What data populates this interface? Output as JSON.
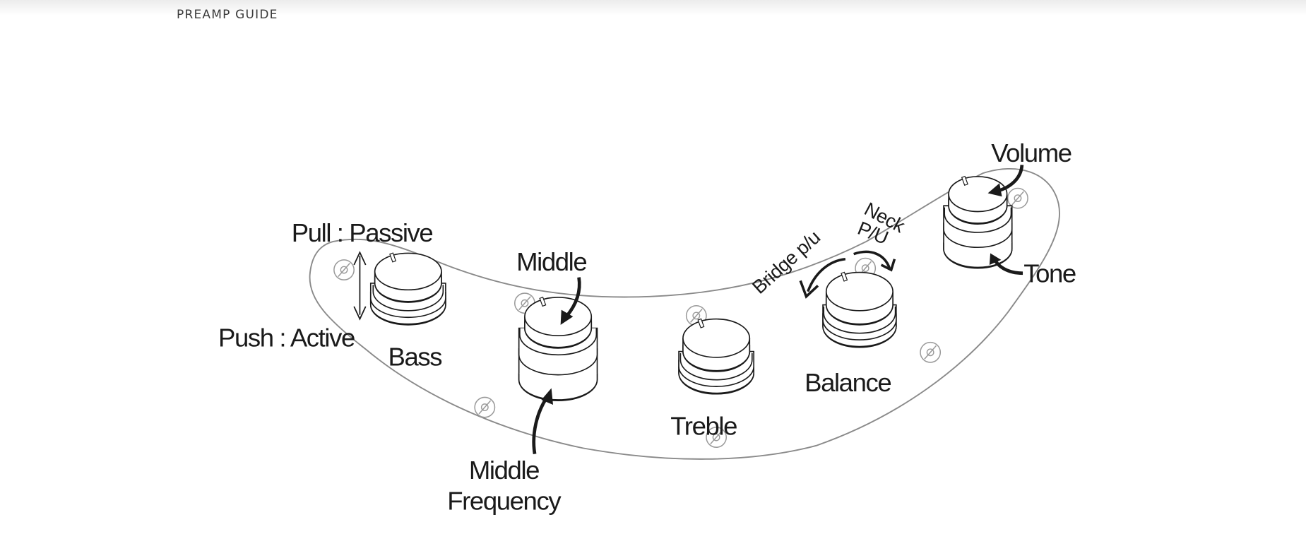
{
  "header": {
    "title": "PREAMP GUIDE"
  },
  "diagram": {
    "labels": {
      "volume": "Volume",
      "tone": "Tone",
      "pull": "Pull : Passive",
      "push": "Push : Active",
      "bass": "Bass",
      "middle": "Middle",
      "middle_frequency_1": "Middle",
      "middle_frequency_2": "Frequency",
      "treble": "Treble",
      "balance": "Balance",
      "bridge": "Bridge p/u",
      "neck_1": "Neck",
      "neck_2": "P/U"
    }
  }
}
